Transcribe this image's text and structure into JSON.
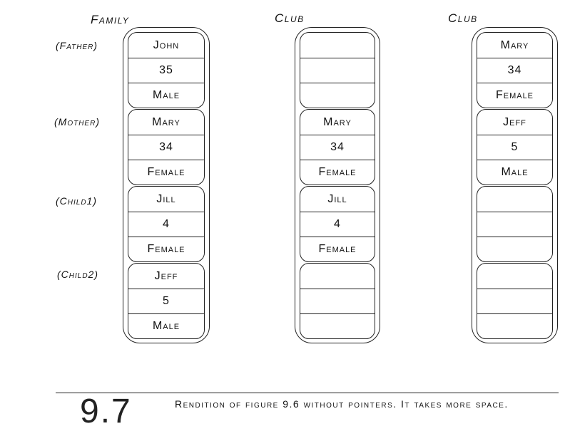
{
  "headers": [
    "Family",
    "Club",
    "Club"
  ],
  "row_labels": [
    "(Father)",
    "(Mother)",
    "(Child1)",
    "(Child2)"
  ],
  "columns": [
    {
      "records": [
        [
          "John",
          "35",
          "Male"
        ],
        [
          "Mary",
          "34",
          "Female"
        ],
        [
          "Jill",
          "4",
          "Female"
        ],
        [
          "Jeff",
          "5",
          "Male"
        ]
      ]
    },
    {
      "records": [
        [
          "",
          "",
          ""
        ],
        [
          "Mary",
          "34",
          "Female"
        ],
        [
          "Jill",
          "4",
          "Female"
        ],
        [
          "",
          "",
          ""
        ]
      ]
    },
    {
      "records": [
        [
          "Mary",
          "34",
          "Female"
        ],
        [
          "Jeff",
          "5",
          "Male"
        ],
        [
          "",
          "",
          ""
        ],
        [
          "",
          "",
          ""
        ]
      ]
    }
  ],
  "figure": {
    "number": "9.7",
    "caption": "Rendition of figure 9.6 without pointers.  It takes more space."
  }
}
